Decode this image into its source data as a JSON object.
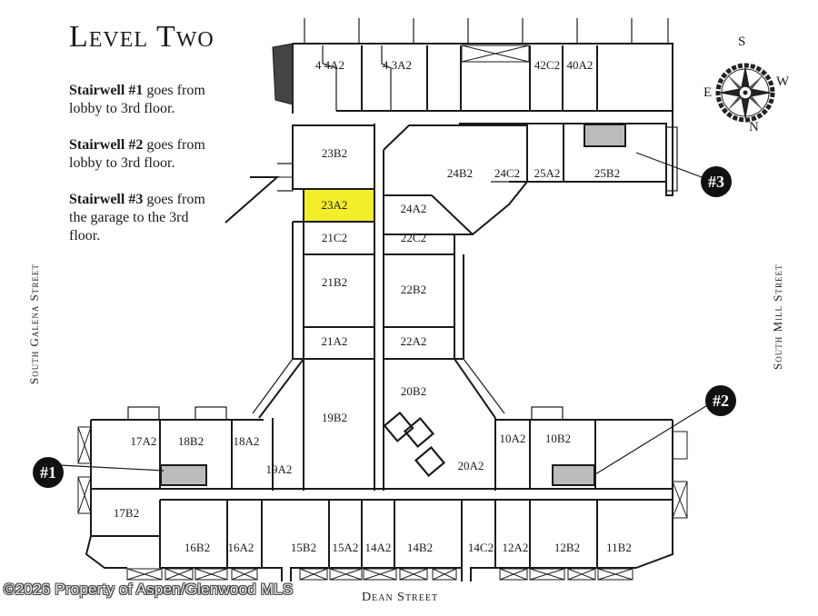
{
  "title": "Level Two",
  "notes": [
    {
      "bold": "Stairwell #1",
      "text": " goes from lobby to 3rd floor."
    },
    {
      "bold": "Stairwell #2",
      "text": " goes from lobby to 3rd floor."
    },
    {
      "bold": "Stairwell #3",
      "text": " goes from the garage to the 3rd floor."
    }
  ],
  "streets": {
    "west": "South Galena Street",
    "east": "South Mill Street",
    "south": "Dean Street"
  },
  "compass": {
    "top": "S",
    "right": "W",
    "left": "E",
    "bottom": "N"
  },
  "stairwell_badges": [
    "#1",
    "#2",
    "#3"
  ],
  "highlight_color": "#f2ee2a",
  "highlighted_unit": "23A2",
  "units": {
    "u44A2": "4 4A2",
    "u43A2": "4 3A2",
    "u42C2": "42C2",
    "u40A2": "40A2",
    "u23B2": "23B2",
    "u23A2": "23A2",
    "u24B2": "24B2",
    "u24C2": "24C2",
    "u25A2": "25A2",
    "u25B2": "25B2",
    "u24A2": "24A2",
    "u21C2": "21C2",
    "u22C2": "22C2",
    "u21B2": "21B2",
    "u22B2": "22B2",
    "u21A2": "21A2",
    "u22A2": "22A2",
    "u19B2": "19B2",
    "u20B2": "20B2",
    "u17A2": "17A2",
    "u18B2": "18B2",
    "u18A2": "18A2",
    "u19A2": "19A2",
    "u20A2": "20A2",
    "u10A2": "10A2",
    "u10B2": "10B2",
    "u17B2": "17B2",
    "u16B2": "16B2",
    "u16A2": "16A2",
    "u15B2": "15B2",
    "u15A2": "15A2",
    "u14A2": "14A2",
    "u14B2": "14B2",
    "u14C2": "14C2",
    "u12A2": "12A2",
    "u12B2": "12B2",
    "u11B2": "11B2"
  },
  "watermark": "©2026 Property of Aspen/Glenwood MLS"
}
